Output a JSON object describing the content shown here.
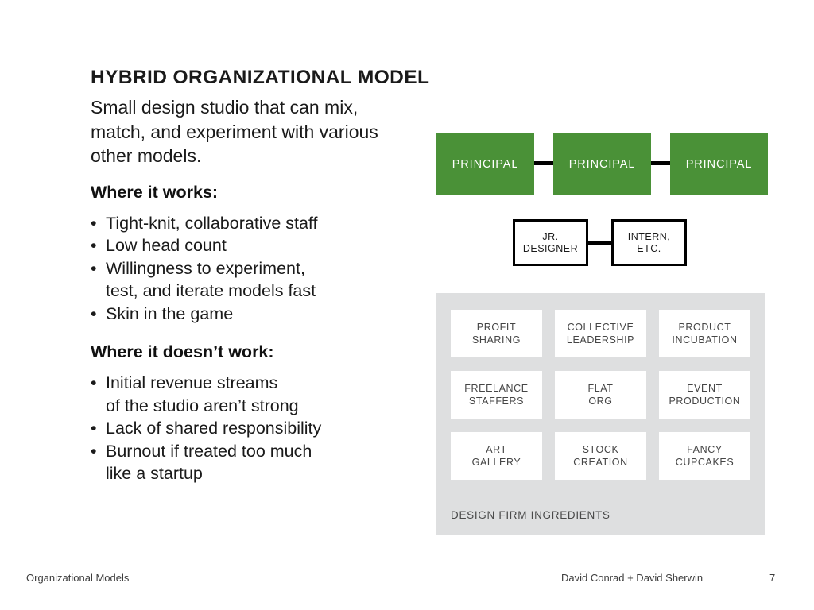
{
  "slide": {
    "title": "HYBRID ORGANIZATIONAL MODEL",
    "intro": "Small design studio that can mix, match, and experiment with various other models.",
    "works_heading": "Where it works:",
    "works_bullets": [
      {
        "line1": "Tight-knit, collaborative staff",
        "line2": ""
      },
      {
        "line1": "Low head count",
        "line2": ""
      },
      {
        "line1": "Willingness to experiment,",
        "line2": "test, and iterate models fast"
      },
      {
        "line1": "Skin in the game",
        "line2": ""
      }
    ],
    "doesnt_heading": "Where it doesn’t work:",
    "doesnt_bullets": [
      {
        "line1": "Initial revenue streams",
        "line2": "of the studio aren’t strong"
      },
      {
        "line1": "Lack of shared responsibility",
        "line2": ""
      },
      {
        "line1": "Burnout if treated too much",
        "line2": "like a startup"
      }
    ],
    "bullet_glyph": "•"
  },
  "org_chart": {
    "principals": [
      "PRINCIPAL",
      "PRINCIPAL",
      "PRINCIPAL"
    ],
    "juniors": [
      {
        "line1": "JR.",
        "line2": "DESIGNER"
      },
      {
        "line1": "INTERN,",
        "line2": "ETC."
      }
    ]
  },
  "ingredients": {
    "caption": "DESIGN FIRM INGREDIENTS",
    "cards": [
      {
        "line1": "PROFIT",
        "line2": "SHARING"
      },
      {
        "line1": "COLLECTIVE",
        "line2": "LEADERSHIP"
      },
      {
        "line1": "PRODUCT",
        "line2": "INCUBATION"
      },
      {
        "line1": "FREELANCE",
        "line2": "STAFFERS"
      },
      {
        "line1": "FLAT",
        "line2": "ORG"
      },
      {
        "line1": "EVENT",
        "line2": "PRODUCTION"
      },
      {
        "line1": "ART",
        "line2": "GALLERY"
      },
      {
        "line1": "STOCK",
        "line2": "CREATION"
      },
      {
        "line1": "FANCY",
        "line2": "CUPCAKES"
      }
    ]
  },
  "footer": {
    "left": "Organizational Models",
    "authors": "David Conrad + David Sherwin",
    "page": "7"
  },
  "colors": {
    "principal_green": "#4a9137",
    "panel_gray": "#dedfe0",
    "text_dark": "#1a1a1a",
    "card_text": "#454545"
  }
}
